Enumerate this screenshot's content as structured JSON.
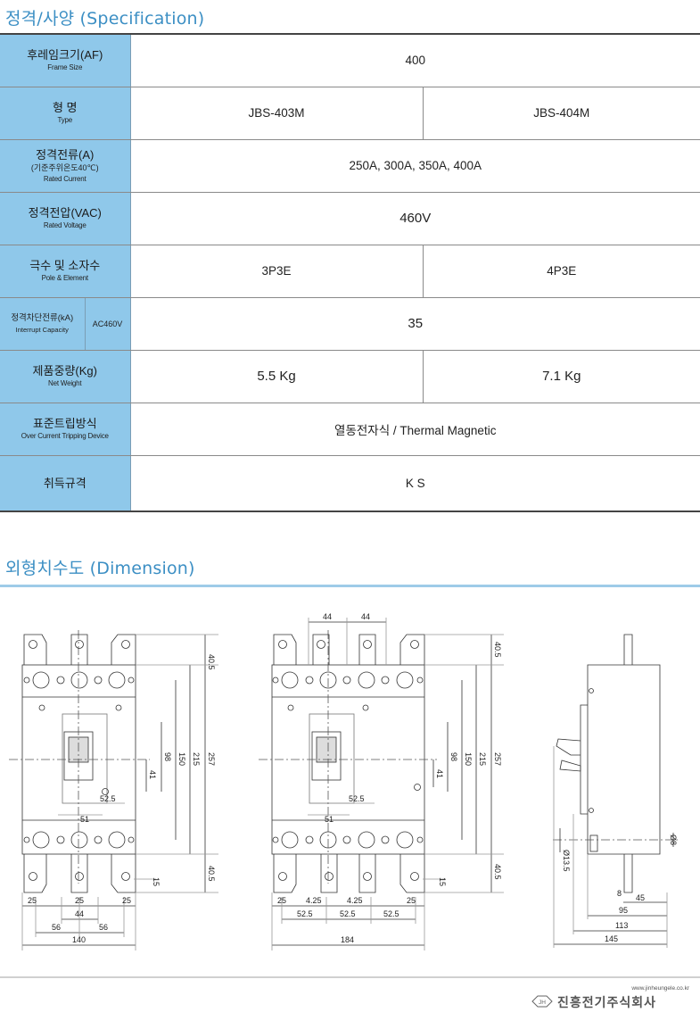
{
  "spec_section": {
    "title": "정격/사양 (Specification)"
  },
  "spec_rows": {
    "frame": {
      "ko": "후레임크기(AF)",
      "en": "Frame Size",
      "value": "400"
    },
    "type": {
      "ko": "형 명",
      "en": "Type",
      "values": [
        "JBS-403M",
        "JBS-404M"
      ]
    },
    "current": {
      "ko": "정격전류(A)",
      "sub": "(기준주위온도40℃)",
      "en": "Rated Current",
      "value": "250A, 300A, 350A, 400A"
    },
    "voltage": {
      "ko": "정격전압(VAC)",
      "en": "Rated Voltage",
      "value": "460V"
    },
    "poles": {
      "ko": "극수 및 소자수",
      "en": "Pole & Element",
      "values": [
        "3P3E",
        "4P3E"
      ]
    },
    "interrupt": {
      "ko": "정격차단전류(kA)",
      "en": "Interrupt Capacity",
      "condition": "AC460V",
      "value": "35"
    },
    "weight": {
      "ko": "제품중량(Kg)",
      "en": "Net Weight",
      "values": [
        "5.5 Kg",
        "7.1 Kg"
      ]
    },
    "tripping": {
      "ko": "표준트립방식",
      "en": "Over Current Tripping Device",
      "value": "열동전자식 / Thermal Magnetic"
    },
    "cert": {
      "ko": "취득규격",
      "value": "K S"
    }
  },
  "dimension_section": {
    "title": "외형치수도 (Dimension)"
  },
  "dimensions_3p": {
    "top_height": "40.5",
    "bottom_height": "40.5",
    "v1": "98",
    "v2": "150",
    "v3": "215",
    "v4": "257",
    "v5": "41",
    "h1": "52.5",
    "h2": "51",
    "terminal": "15",
    "bottom": [
      "25",
      "25",
      "25"
    ],
    "center": "44",
    "pitch": [
      "56",
      "56"
    ],
    "width": "140"
  },
  "dimensions_4p": {
    "top_pitch": [
      "44",
      "44"
    ],
    "top_height": "40.5",
    "bottom_height": "40.5",
    "v1": "98",
    "v2": "150",
    "v3": "215",
    "v4": "257",
    "v5": "41",
    "h1": "52.5",
    "h2": "51",
    "terminal": "15",
    "bottom": [
      "25",
      "4.25",
      "4.25",
      "25"
    ],
    "pitch": [
      "52.5",
      "52.5",
      "52.5"
    ],
    "width": "184"
  },
  "dimensions_side": {
    "hole_dia": "Ø8",
    "boss_dia": "Ø13.5",
    "d1": "8",
    "d2": "45",
    "d3": "95",
    "d4": "113",
    "d5": "145"
  },
  "footer": {
    "url": "www.jinheungele.co.kr",
    "logo_text": "JH",
    "company": "진흥전기주식회사"
  }
}
